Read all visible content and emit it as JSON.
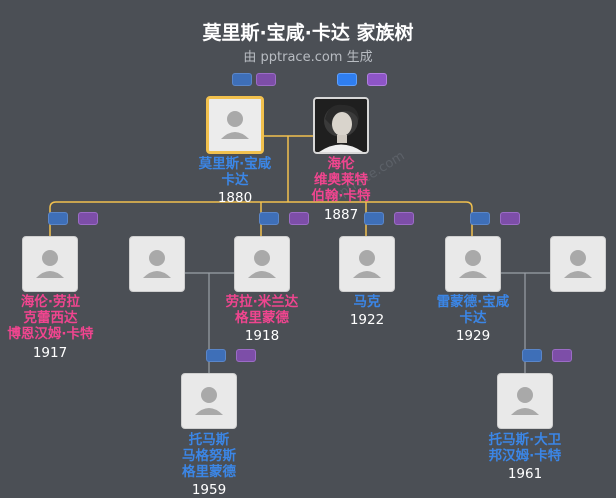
{
  "header": {
    "title": "莫里斯·宝咸·卡达 家族树",
    "subtitle": "由 pptrace.com 生成",
    "watermark": "pptrace.com"
  },
  "people": {
    "morris": {
      "name": "莫里斯·宝咸\n卡达",
      "year": "1880"
    },
    "helen": {
      "name": "海伦\n维奥莱特\n伯翰·卡特",
      "year": "1887"
    },
    "helen_laura": {
      "name": "海伦·劳拉\n克蕾西达\n博恩汉姆·卡特",
      "year": "1917"
    },
    "laura_miranda": {
      "name": "劳拉·米兰达\n格里蒙德",
      "year": "1918"
    },
    "mark": {
      "name": "马克",
      "year": "1922"
    },
    "raymond": {
      "name": "雷蒙德·宝咸\n卡达",
      "year": "1929"
    },
    "thomas_m": {
      "name": "托马斯\n马格努斯\n格里蒙德",
      "year": "1959"
    },
    "thomas_d": {
      "name": "托马斯·大卫\n邦汉姆·卡特",
      "year": "1961"
    }
  },
  "colors": {
    "male": "#3b86e6",
    "female": "#f0458f",
    "focus_border": "#f2c14e",
    "line": "#f2c14e",
    "background": "#4b4f55"
  }
}
